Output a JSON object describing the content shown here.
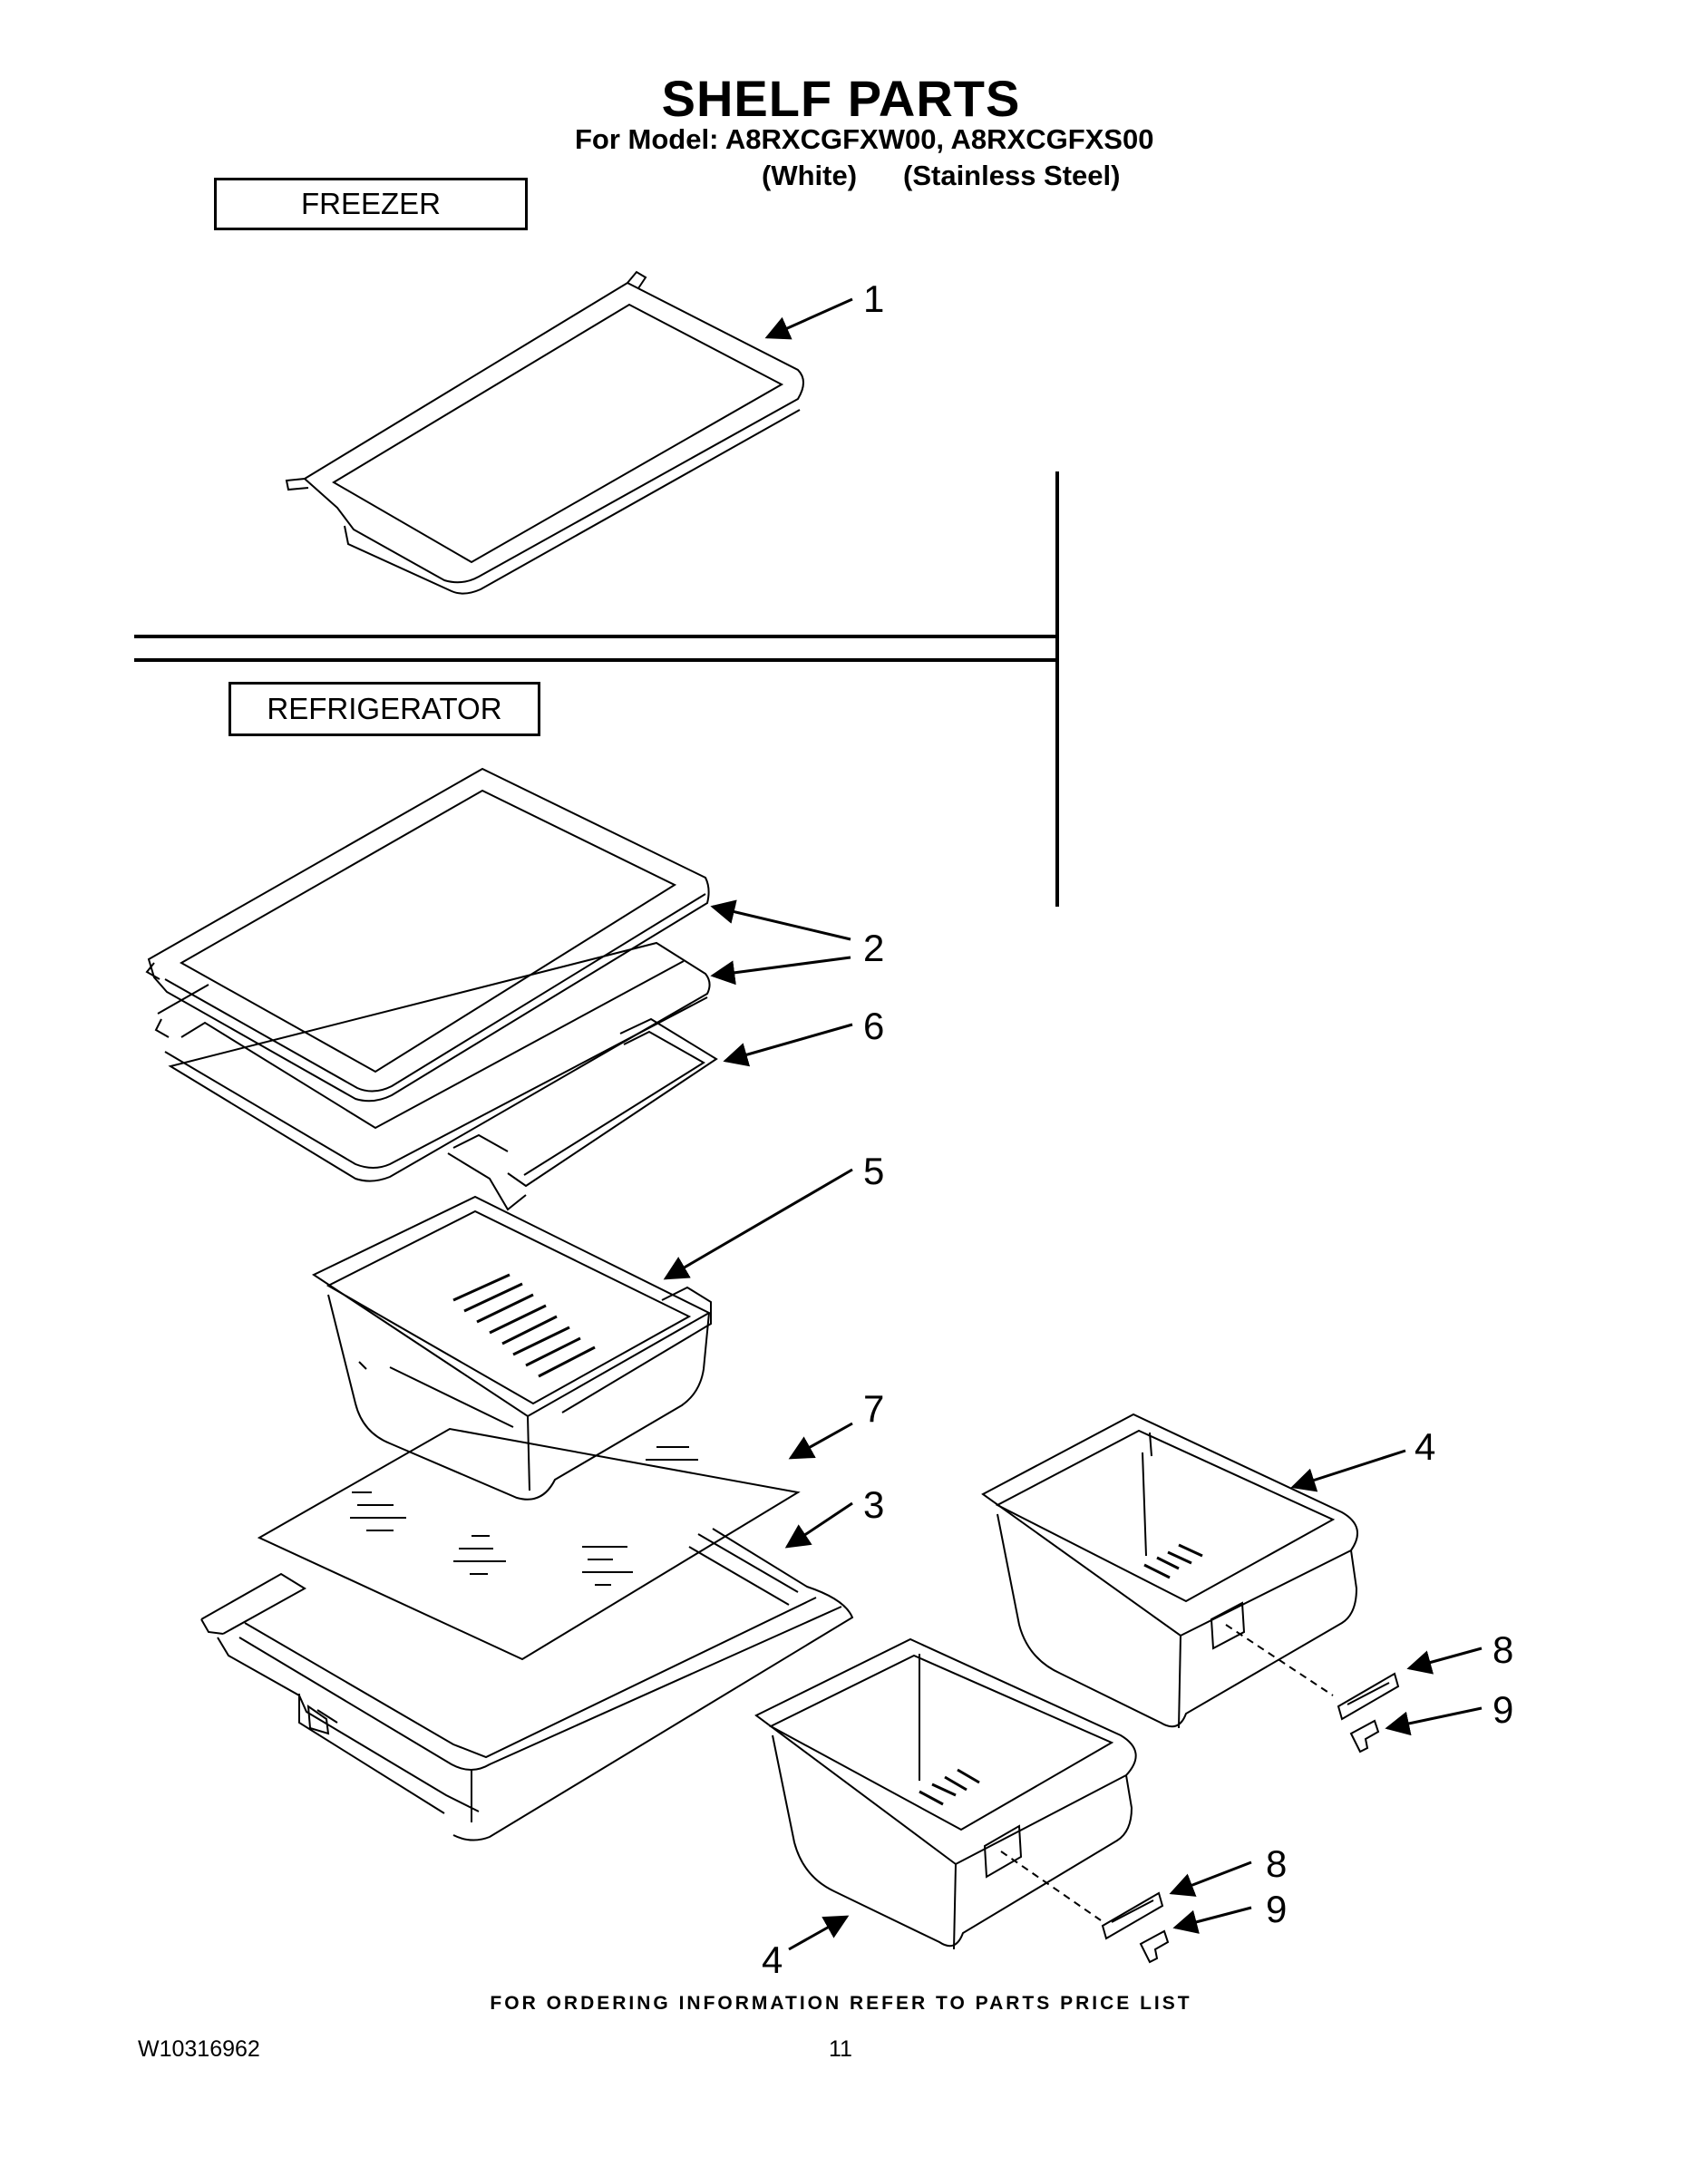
{
  "title": "SHELF PARTS",
  "model_line": "For Model: A8RXCGFXW00, A8RXCGFXS00",
  "variants": [
    "(White)",
    "(Stainless Steel)"
  ],
  "sections": {
    "freezer": "FREEZER",
    "refrigerator": "REFRIGERATOR"
  },
  "callouts": [
    "1",
    "2",
    "6",
    "5",
    "7",
    "3",
    "4",
    "8",
    "9",
    "8",
    "9",
    "4"
  ],
  "footer_note": "FOR ORDERING INFORMATION REFER TO PARTS PRICE LIST",
  "doc_number": "W10316962",
  "page_number": "11"
}
